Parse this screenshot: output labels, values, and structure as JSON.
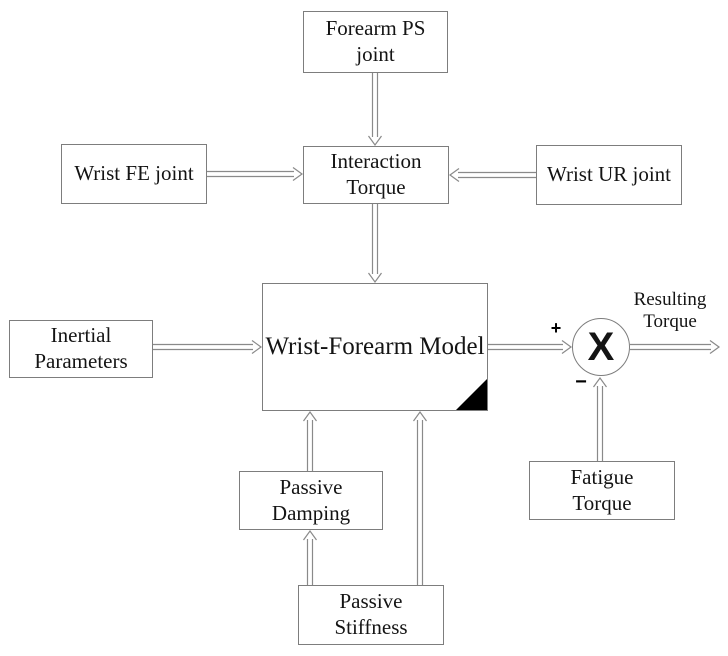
{
  "colors": {
    "line": "#8a8a8a",
    "box_border": "#7d7d7d",
    "text": "#141414",
    "corner_marker": "#000000",
    "background": "#ffffff"
  },
  "nodes": {
    "forearm_ps_joint": {
      "label": "Forearm PS\njoint"
    },
    "wrist_fe_joint": {
      "label": "Wrist FE joint"
    },
    "interaction_torque": {
      "label": "Interaction\nTorque"
    },
    "wrist_ur_joint": {
      "label": "Wrist UR joint"
    },
    "inertial_parameters": {
      "label": "Inertial\nParameters"
    },
    "wrist_forearm_model": {
      "label": "Wrist-Forearm Model"
    },
    "passive_damping": {
      "label": "Passive\nDamping"
    },
    "passive_stiffness": {
      "label": "Passive\nStiffness"
    },
    "fatigue_torque": {
      "label": "Fatigue\nTorque"
    },
    "multiplier": {
      "symbol": "X"
    },
    "output": {
      "label": "Resulting\nTorque"
    }
  },
  "operators": {
    "plus": "+",
    "minus": "−"
  },
  "edges": [
    {
      "from": "Forearm PS joint",
      "to": "Interaction Torque"
    },
    {
      "from": "Wrist FE joint",
      "to": "Interaction Torque"
    },
    {
      "from": "Wrist UR joint",
      "to": "Interaction Torque"
    },
    {
      "from": "Interaction Torque",
      "to": "Wrist-Forearm Model"
    },
    {
      "from": "Inertial Parameters",
      "to": "Wrist-Forearm Model"
    },
    {
      "from": "Wrist-Forearm Model",
      "to": "Multiplier",
      "sign": "+"
    },
    {
      "from": "Fatigue Torque",
      "to": "Multiplier",
      "sign": "−"
    },
    {
      "from": "Multiplier",
      "to": "Resulting Torque"
    },
    {
      "from": "Passive Stiffness",
      "to": "Passive Damping"
    },
    {
      "from": "Passive Damping",
      "to": "Wrist-Forearm Model"
    },
    {
      "from": "Passive Stiffness",
      "to": "Wrist-Forearm Model"
    }
  ]
}
